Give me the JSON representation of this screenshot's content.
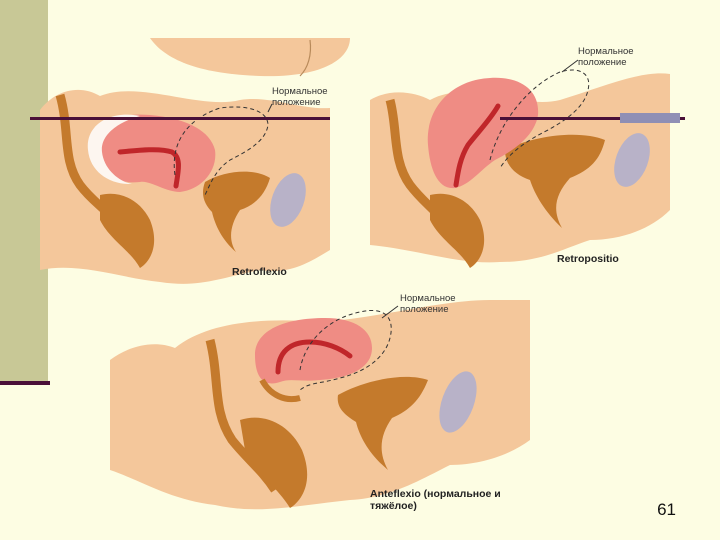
{
  "panels": {
    "retroflexio": {
      "caption": "Retroflexio",
      "normal_label_line1": "Нормальное",
      "normal_label_line2": "положение"
    },
    "retropositio": {
      "caption": "Retropositio",
      "normal_label_line1": "Нормальное",
      "normal_label_line2": "положение"
    },
    "anteflexio": {
      "caption_line1": "Anteflexio (нормальное и",
      "caption_line2": "тяжёлое)",
      "normal_label_line1": "Нормальное",
      "normal_label_line2": "положение"
    }
  },
  "page_number": "61",
  "colors": {
    "background": "#fdfde3",
    "sidebar": "#c8c896",
    "accent_line": "#4a1038",
    "skin": "#f4c79b",
    "uterus": "#ef8c84",
    "uterus_cavity": "#c0262a",
    "organ_brown": "#c47a2c",
    "bladder": "#b8b2c8"
  }
}
